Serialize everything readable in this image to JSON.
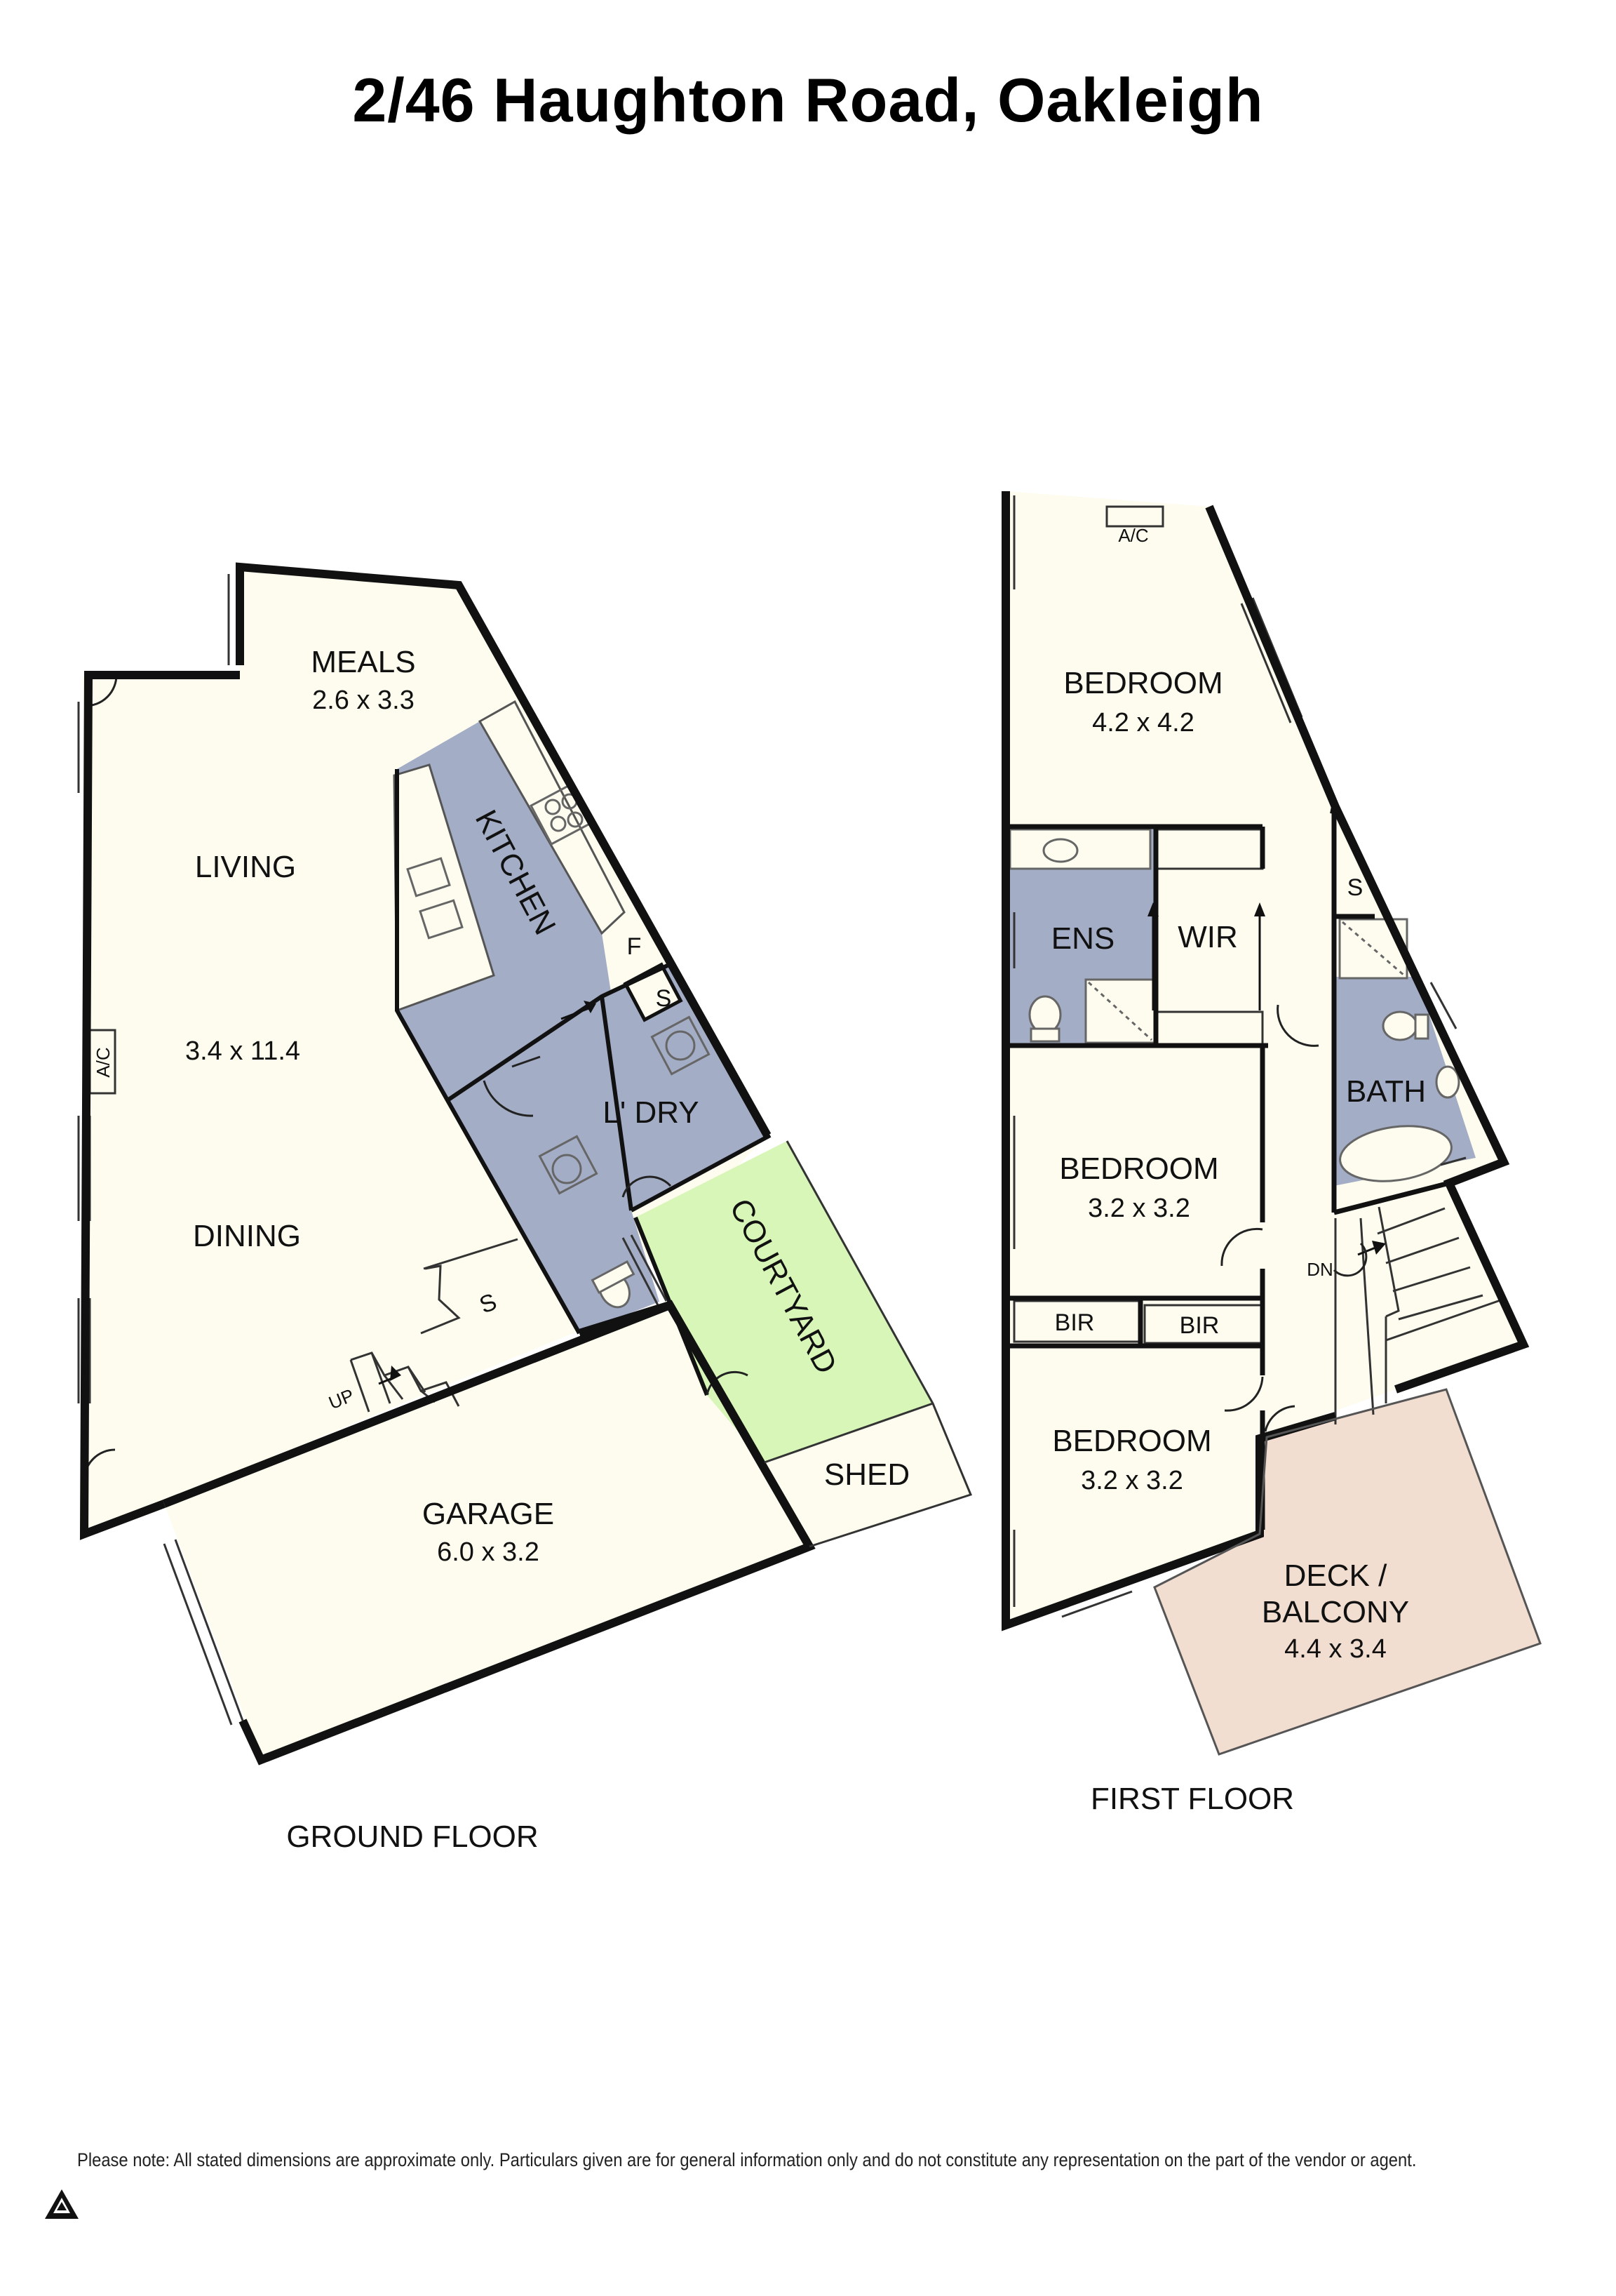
{
  "title": "2/46 Haughton Road, Oakleigh",
  "ground_floor": {
    "label": "GROUND FLOOR",
    "meals": {
      "name": "MEALS",
      "dim": "2.6 x 3.3"
    },
    "living": {
      "name": "LIVING",
      "dim": "3.4 x 11.4"
    },
    "dining": {
      "name": "DINING"
    },
    "kitchen": {
      "name": "KITCHEN"
    },
    "laundry": {
      "name": "L' DRY"
    },
    "courtyard": {
      "name": "COURTYARD"
    },
    "garage": {
      "name": "GARAGE",
      "dim": "6.0 x 3.2"
    },
    "shed": {
      "name": "SHED"
    },
    "ac": "A/C",
    "fridge": "F",
    "storage_kitchen": "S",
    "storage_under_stairs": "S",
    "stairs": "UP"
  },
  "first_floor": {
    "label": "FIRST FLOOR",
    "bedroom1": {
      "name": "BEDROOM",
      "dim": "4.2 x 4.2"
    },
    "ensuite": {
      "name": "ENS"
    },
    "wir": {
      "name": "WIR"
    },
    "storage": "S",
    "bath": {
      "name": "BATH"
    },
    "bedroom2": {
      "name": "BEDROOM",
      "dim": "3.2 x 3.2"
    },
    "bir1": "BIR",
    "bir2": "BIR",
    "bedroom3": {
      "name": "BEDROOM",
      "dim": "3.2 x 3.2"
    },
    "deck": {
      "line1": "DECK /",
      "line2": "BALCONY",
      "dim": "4.4 x 3.4"
    },
    "ac": "A/C",
    "stairs": "DN"
  },
  "disclaimer": "Please note: All stated dimensions are approximate only. Particulars given are for general information only and do not constitute any representation on the part of the vendor or agent.",
  "colors": {
    "room_fill": "#fdfcee",
    "wet_area_fill": "#a3adc5",
    "courtyard_fill": "#d7f6b8",
    "deck_fill": "#f2ddd1",
    "wall": "#111111"
  }
}
